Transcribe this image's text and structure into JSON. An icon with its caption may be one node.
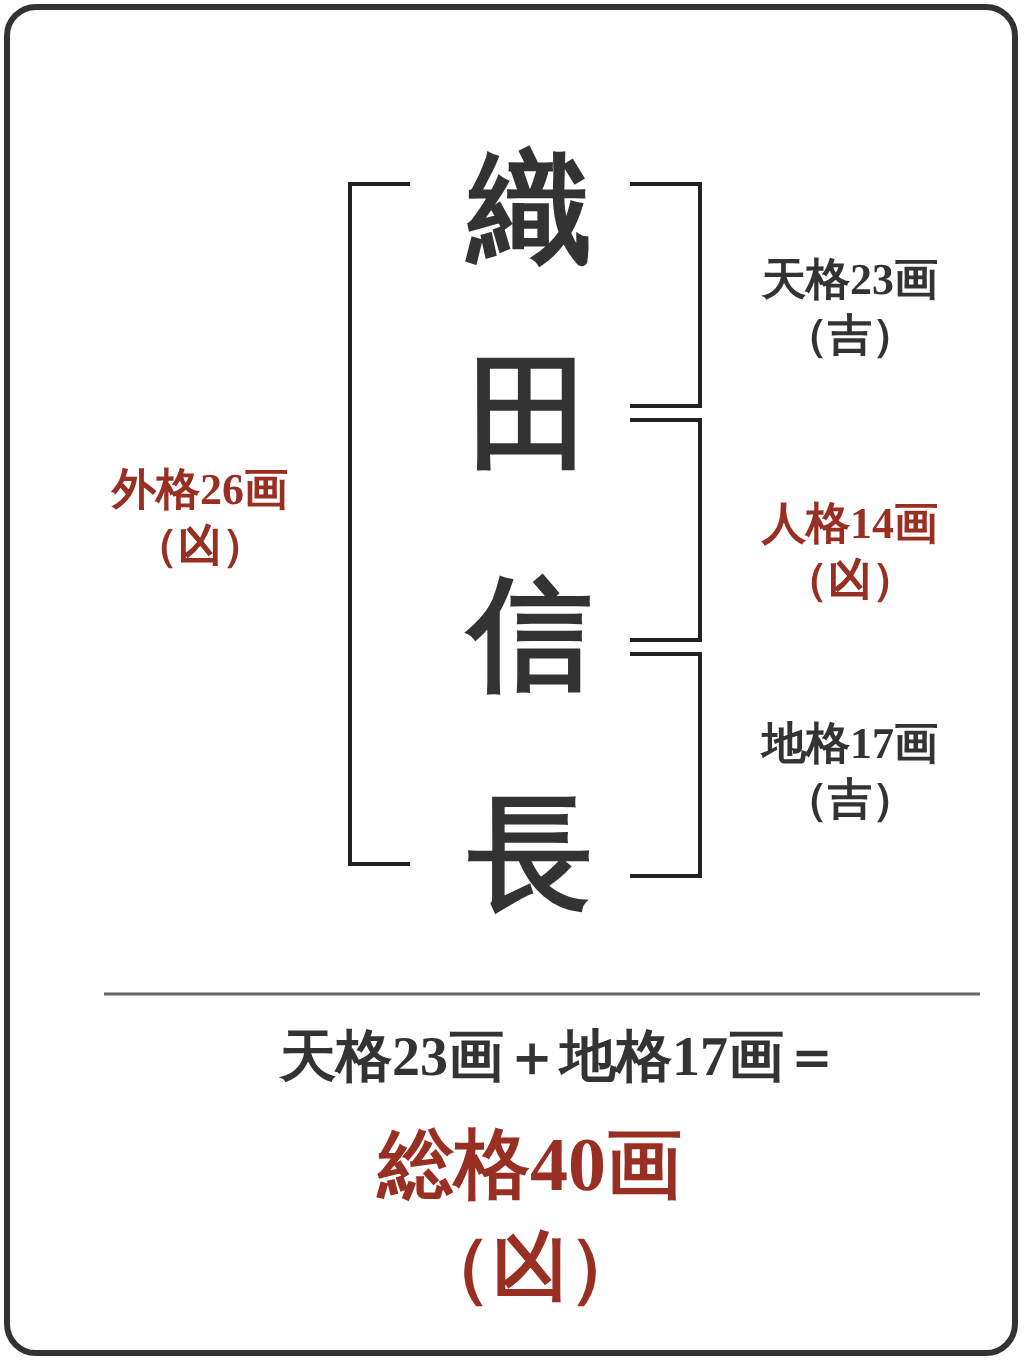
{
  "diagram": {
    "labels": [
      "織",
      "天格23画",
      "（吉）",
      "田",
      "外格26画",
      "（凶）",
      "人格14画",
      "（凶）",
      "信",
      "地格17画",
      "（吉）",
      "長",
      "天格23画＋地格17画＝",
      "総格40画",
      "（凶）"
    ]
  }
}
